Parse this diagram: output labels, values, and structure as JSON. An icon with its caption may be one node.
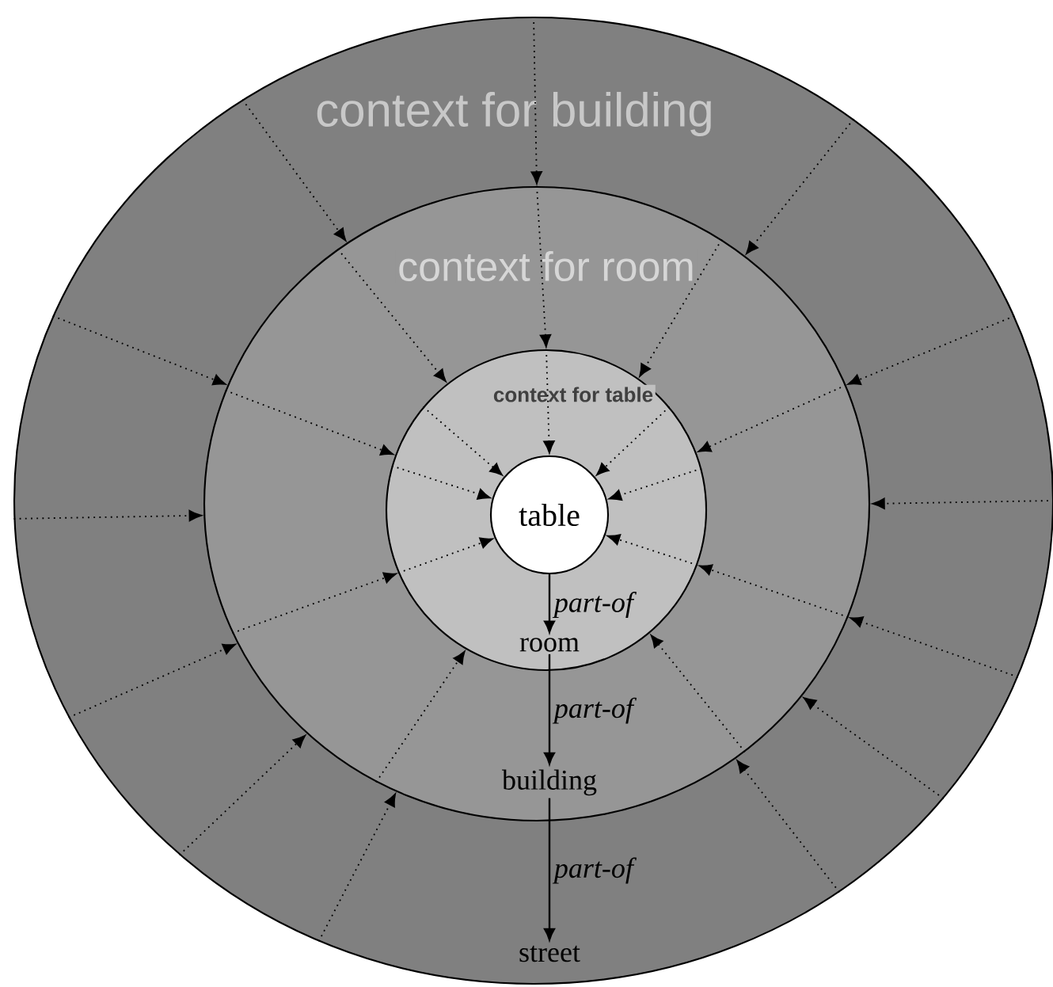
{
  "diagram": {
    "nodes": [
      {
        "text": [
          "context for building"
        ]
      },
      {
        "text": [
          "context for room"
        ],
        "in": 0
      },
      {
        "text": [
          "context for table"
        ],
        "in": 1
      },
      {
        "text": [
          "table"
        ],
        "in": 2
      },
      {
        "text": [
          "room"
        ],
        "in": 2
      },
      {
        "text": [
          "building"
        ],
        "in": 1
      },
      {
        "text": [
          "street"
        ],
        "in": 0
      }
    ],
    "edges": [
      {
        "from": 3,
        "to": 4,
        "arrow": "to",
        "label": "part-of"
      },
      {
        "from": 4,
        "to": 5,
        "arrow": "to",
        "label": "part-of"
      },
      {
        "from": 5,
        "to": 6,
        "arrow": "to",
        "label": "part-of"
      },
      {
        "from": 0,
        "to": 1,
        "arrow": "to",
        "style": "dashed"
      },
      {
        "from": 0,
        "to": 1,
        "arrow": "to",
        "style": "dashed"
      },
      {
        "from": 0,
        "to": 1,
        "arrow": "to",
        "style": "dashed"
      },
      {
        "from": 0,
        "to": 1,
        "arrow": "to",
        "style": "dashed"
      },
      {
        "from": 0,
        "to": 1,
        "arrow": "to",
        "style": "dashed"
      },
      {
        "from": 0,
        "to": 1,
        "arrow": "to",
        "style": "dashed"
      },
      {
        "from": 0,
        "to": 1,
        "arrow": "to",
        "style": "dashed"
      },
      {
        "from": 0,
        "to": 1,
        "arrow": "to",
        "style": "dashed"
      },
      {
        "from": 0,
        "to": 1,
        "arrow": "to",
        "style": "dashed"
      },
      {
        "from": 0,
        "to": 1,
        "arrow": "to",
        "style": "dashed"
      },
      {
        "from": 0,
        "to": 1,
        "arrow": "to",
        "style": "dashed"
      },
      {
        "from": 0,
        "to": 1,
        "arrow": "to",
        "style": "dashed"
      },
      {
        "from": 0,
        "to": 1,
        "arrow": "to",
        "style": "dashed"
      },
      {
        "from": 1,
        "to": 2,
        "arrow": "to",
        "style": "dashed"
      },
      {
        "from": 1,
        "to": 2,
        "arrow": "to",
        "style": "dashed"
      },
      {
        "from": 1,
        "to": 2,
        "arrow": "to",
        "style": "dashed"
      },
      {
        "from": 1,
        "to": 2,
        "arrow": "to",
        "style": "dashed"
      },
      {
        "from": 1,
        "to": 2,
        "arrow": "to",
        "style": "dashed"
      },
      {
        "from": 1,
        "to": 2,
        "arrow": "to",
        "style": "dashed"
      },
      {
        "from": 1,
        "to": 2,
        "arrow": "to",
        "style": "dashed"
      },
      {
        "from": 1,
        "to": 2,
        "arrow": "to",
        "style": "dashed"
      },
      {
        "from": 1,
        "to": 2,
        "arrow": "to",
        "style": "dashed"
      },
      {
        "from": 2,
        "to": 3,
        "arrow": "to",
        "style": "dashed"
      },
      {
        "from": 2,
        "to": 3,
        "arrow": "to",
        "style": "dashed"
      },
      {
        "from": 2,
        "to": 3,
        "arrow": "to",
        "style": "dashed"
      },
      {
        "from": 2,
        "to": 3,
        "arrow": "to",
        "style": "dashed"
      },
      {
        "from": 2,
        "to": 3,
        "arrow": "to",
        "style": "dashed"
      },
      {
        "from": 2,
        "to": 3,
        "arrow": "to",
        "style": "dashed"
      },
      {
        "from": 2,
        "to": 3,
        "arrow": "to",
        "style": "dashed"
      }
    ]
  }
}
